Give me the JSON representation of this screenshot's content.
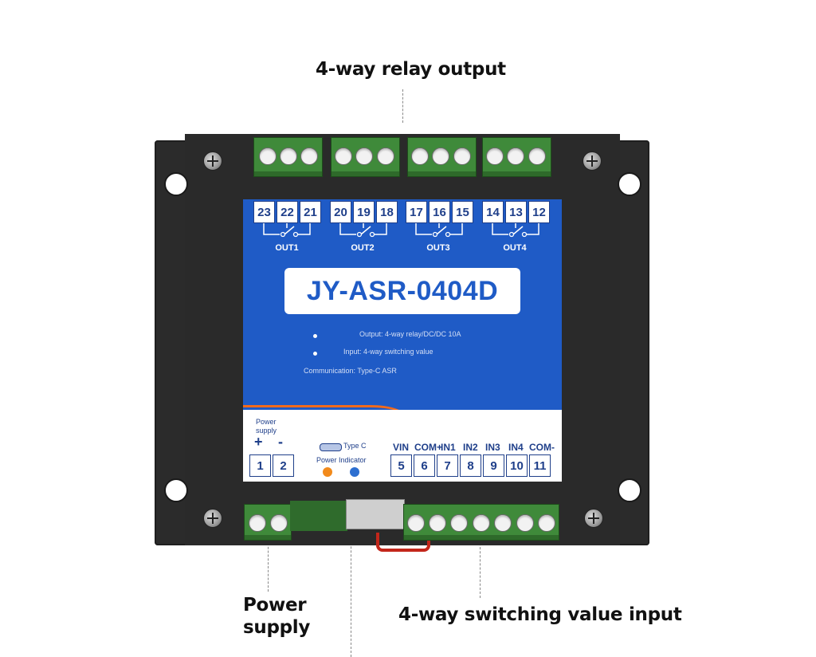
{
  "callouts": {
    "relay_output": "4-way relay output",
    "power_supply_line1": "Power",
    "power_supply_line2": "supply",
    "switching_input": "4-way switching value input"
  },
  "device": {
    "model": "JY-ASR-0404D",
    "top_pins": [
      [
        "23",
        "22",
        "21"
      ],
      [
        "20",
        "19",
        "18"
      ],
      [
        "17",
        "16",
        "15"
      ],
      [
        "14",
        "13",
        "12"
      ]
    ],
    "outputs": [
      "OUT1",
      "OUT2",
      "OUT3",
      "OUT4"
    ],
    "info_lines": [
      "Output: 4-way relay/DC/DC 10A",
      "Input: 4-way switching value",
      "Communication: Type-C ASR"
    ],
    "power_label_line1": "Power",
    "power_label_line2": "supply",
    "plus": "+",
    "minus": "-",
    "typec_label": "Type C",
    "indicator_label": "Power Indicator",
    "input_labels": [
      "VIN",
      "COM+",
      "IN1",
      "IN2",
      "IN3",
      "IN4",
      "COM-"
    ],
    "bottom_left_pins": [
      "1",
      "2"
    ],
    "bottom_right_pins": [
      "5",
      "6",
      "7",
      "8",
      "9",
      "10",
      "11"
    ]
  },
  "colors": {
    "panel_blue": "#1f5bc6",
    "orange_accent": "#f26a1b",
    "terminal_green": "#3f8a3a",
    "chassis": "#2b2b2b"
  }
}
